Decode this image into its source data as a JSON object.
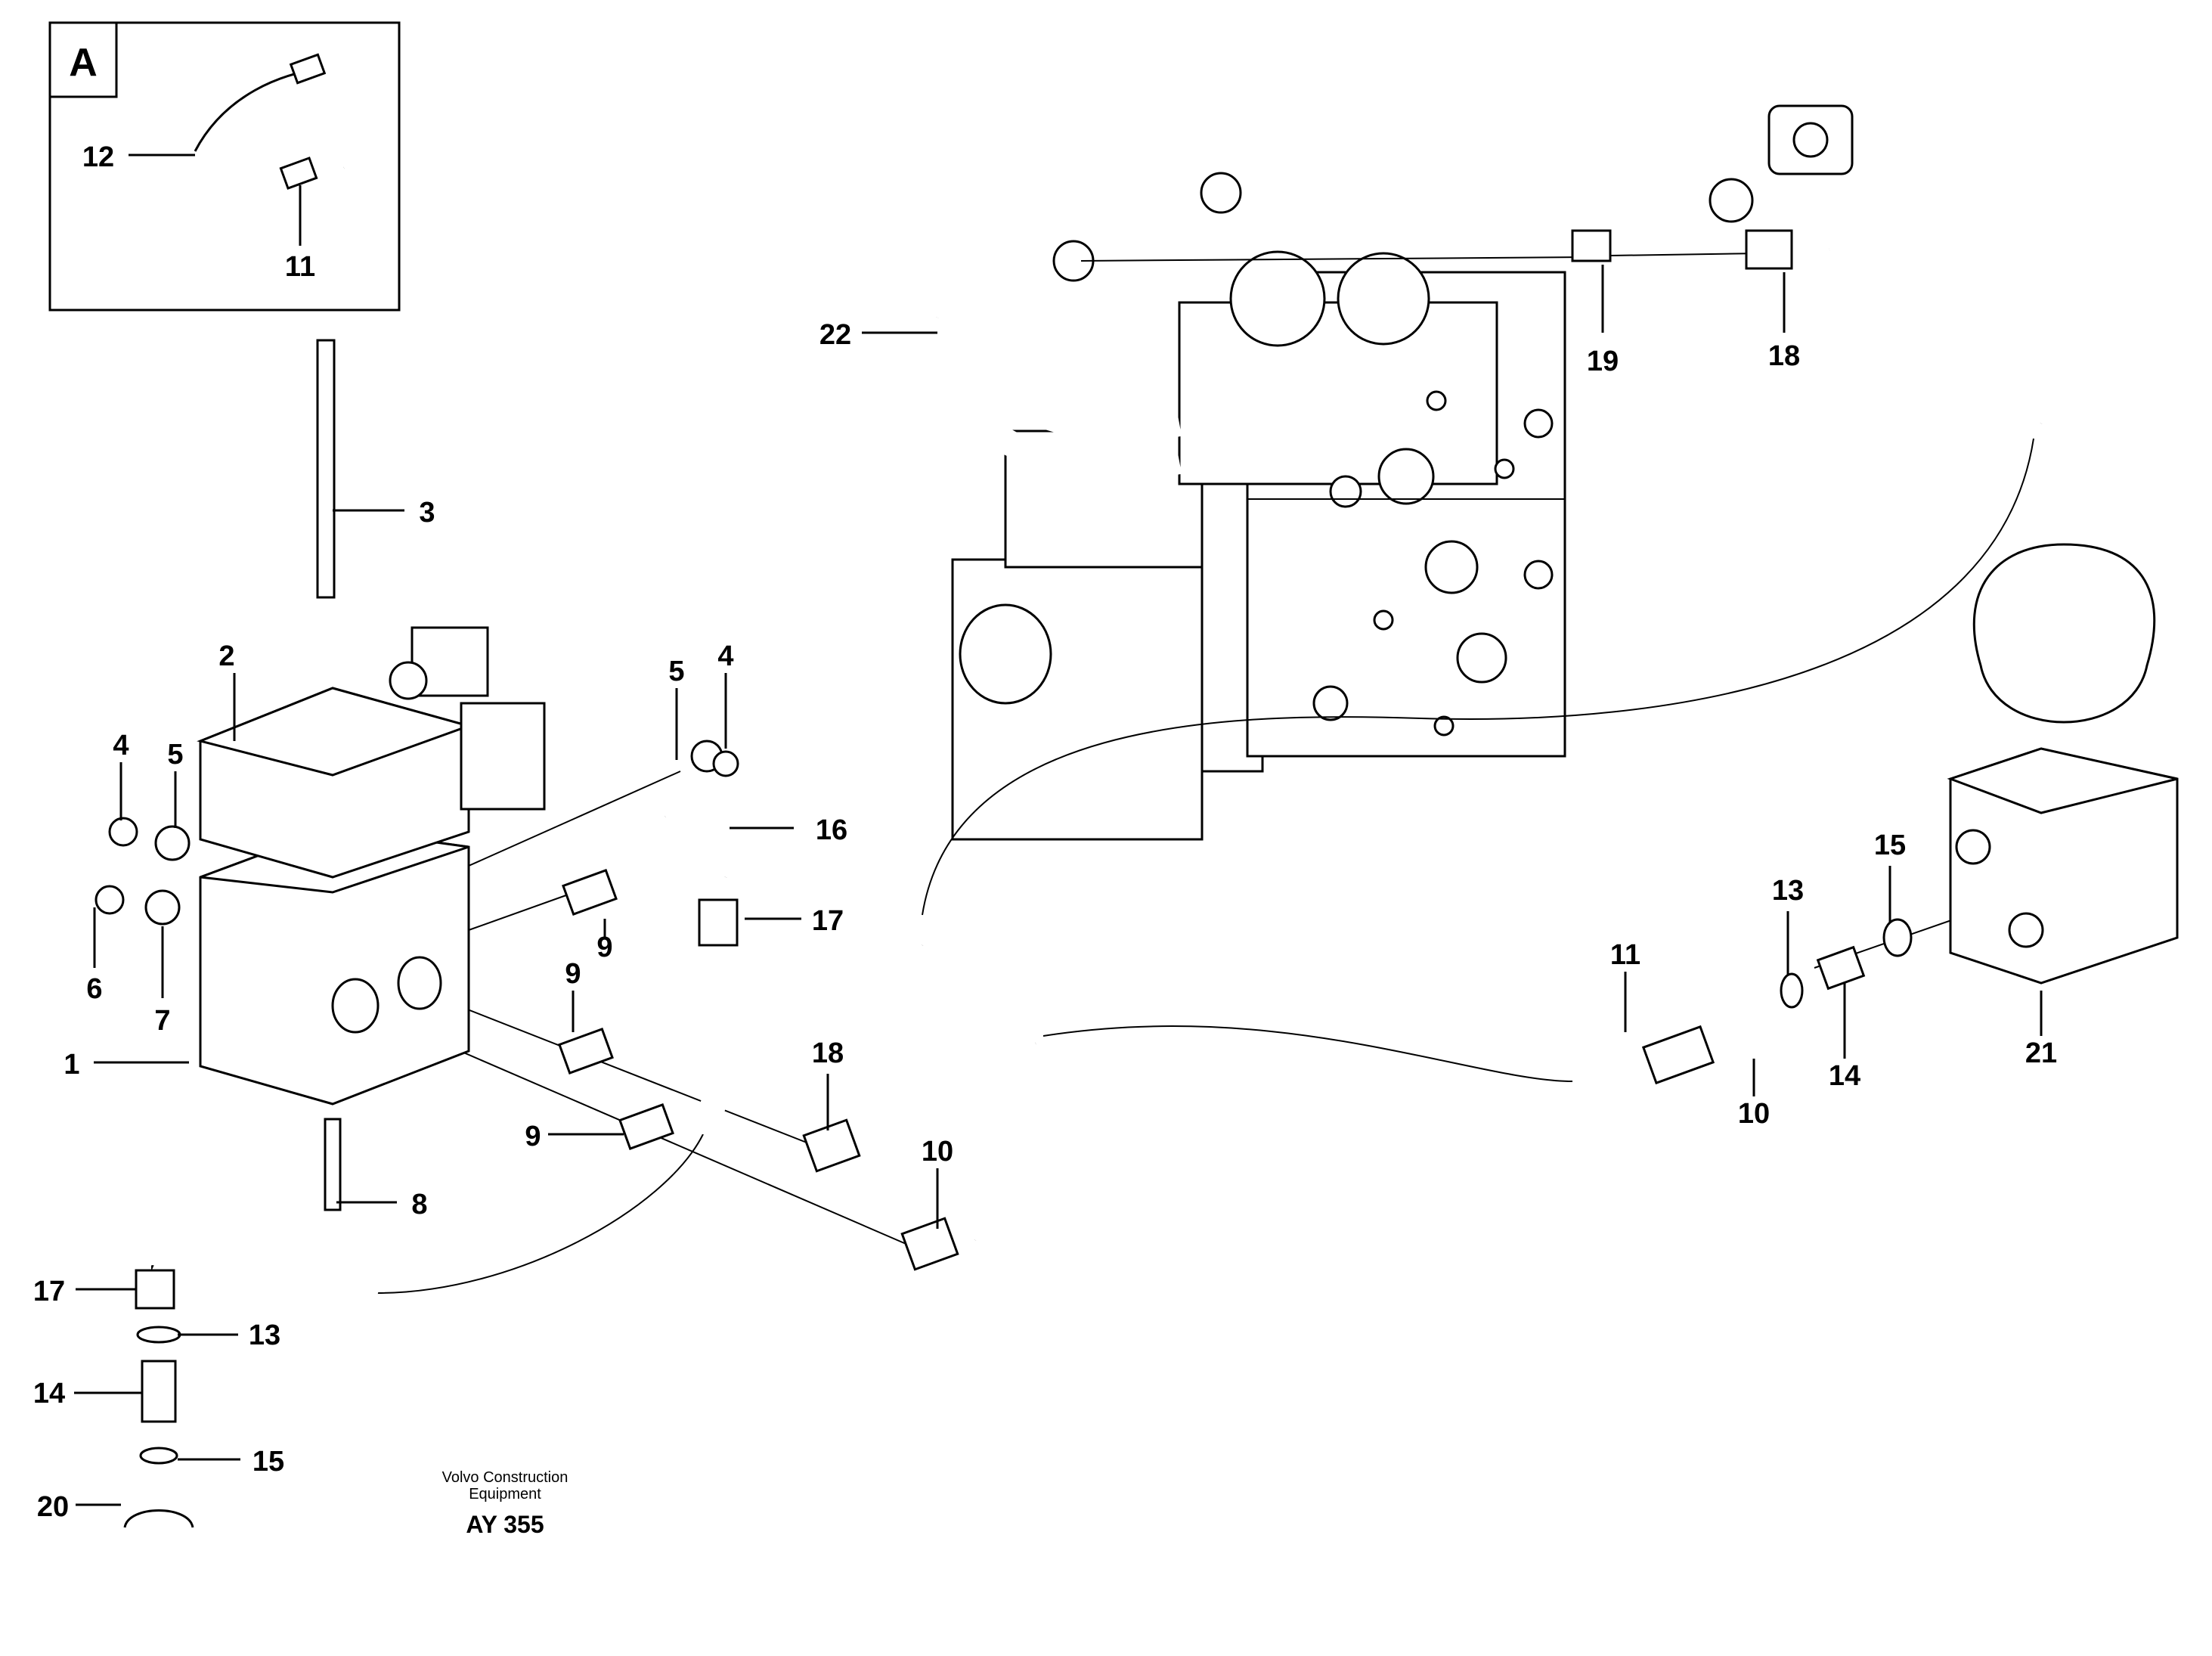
{
  "inset": {
    "letter": "A"
  },
  "labels": {
    "l1": "1",
    "l2": "2",
    "l3": "3",
    "l4a": "4",
    "l4b": "4",
    "l5a": "5",
    "l5b": "5",
    "l6": "6",
    "l7": "7",
    "l8": "8",
    "l9a": "9",
    "l9b": "9",
    "l9c": "9",
    "l10a": "10",
    "l10b": "10",
    "l11a": "11",
    "l11b": "11",
    "l12": "12",
    "l13a": "13",
    "l13b": "13",
    "l14a": "14",
    "l14b": "14",
    "l15a": "15",
    "l15b": "15",
    "l16": "16",
    "l17a": "17",
    "l17b": "17",
    "l18a": "18",
    "l18b": "18",
    "l19": "19",
    "l20": "20",
    "l21": "21",
    "l22": "22"
  },
  "footer": {
    "line1": "Volvo Construction",
    "line2": "Equipment",
    "code": "AY 355"
  }
}
